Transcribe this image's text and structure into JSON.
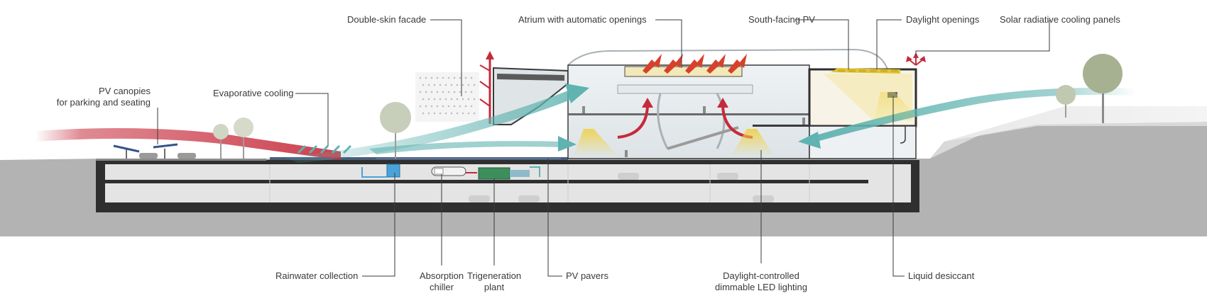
{
  "colors": {
    "warm_air": "#c62a3a",
    "cool_air": "#5fb3b0",
    "ground": "#b3b3b3",
    "structure": "#2f2f2f",
    "solar_panel": "#f0c020",
    "plant": "#3c8f5c",
    "water": "#4aa3d8"
  },
  "labels": {
    "pv_canopies": {
      "line1": "PV canopies",
      "line2": "for parking and seating"
    },
    "evaporative_cooling": "Evaporative cooling",
    "double_skin_facade": "Double-skin facade",
    "atrium_openings": "Atrium with automatic openings",
    "south_facing_pv": "South-facing PV",
    "daylight_openings": "Daylight openings",
    "solar_radiative_cooling": "Solar radiative cooling panels",
    "rainwater_collection": "Rainwater collection",
    "absorption_chiller": {
      "line1": "Absorption",
      "line2": "chiller"
    },
    "trigeneration_plant": {
      "line1": "Trigeneration",
      "line2": "plant"
    },
    "pv_pavers": "PV pavers",
    "daylight_led": {
      "line1": "Daylight-controlled",
      "line2": "dimmable LED lighting"
    },
    "liquid_desiccant": "Liquid desiccant"
  }
}
